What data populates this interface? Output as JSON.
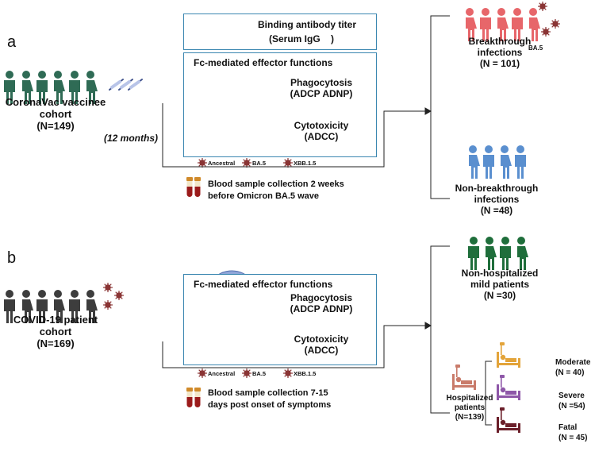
{
  "panel_a": {
    "letter": "a",
    "cohort": {
      "line1": "CoronaVac vaccinee",
      "line2": "cohort",
      "count": "(N=149)"
    },
    "interval": "(12 months)",
    "binding": {
      "title": "Binding antibody titer",
      "subtitle": "(Serum IgG    )"
    },
    "fc": {
      "title": "Fc-mediated effector functions",
      "phago": {
        "line1": "Phagocytosis",
        "line2": "(ADCP ADNP)"
      },
      "cyto": {
        "line1": "Cytotoxicity",
        "line2": "(ADCC)"
      }
    },
    "variants": [
      "Ancestral",
      "BA.5",
      "XBB.1.5"
    ],
    "sample": {
      "line1": "Blood sample collection 2 weeks",
      "line2": "before Omicron BA.5 wave"
    },
    "outcomes": {
      "breakthrough": {
        "line1": "Breakthrough",
        "line2": "infections",
        "count": "(N = 101)",
        "variant_tag": "BA.5"
      },
      "non_breakthrough": {
        "line1": "Non-breakthrough",
        "line2": "infections",
        "count": "(N =48)"
      }
    }
  },
  "panel_b": {
    "letter": "b",
    "cohort": {
      "line1": "COVID-19 patient",
      "line2": "cohort",
      "count": "(N=169)"
    },
    "fc": {
      "title": "Fc-mediated effector functions",
      "phago": {
        "line1": "Phagocytosis",
        "line2": "(ADCP ADNP)"
      },
      "cyto": {
        "line1": "Cytotoxicity",
        "line2": "(ADCC)"
      }
    },
    "variants": [
      "Ancestral",
      "BA.5",
      "XBB.1.5"
    ],
    "sample": {
      "line1": "Blood sample collection 7-15",
      "line2": "days post onset of symptoms"
    },
    "outcomes": {
      "non_hosp": {
        "line1": "Non-hospitalized",
        "line2": "mild patients",
        "count": "(N =30)"
      },
      "hosp": {
        "line1": "Hospitalized",
        "line2": "patients",
        "count": "(N=139)"
      },
      "moderate": {
        "label": "Moderate",
        "count": "(N = 40)"
      },
      "severe": {
        "label": "Severe",
        "count": "(N =54)"
      },
      "fatal": {
        "label": "Fatal",
        "count": "(N = 45)"
      }
    }
  },
  "colors": {
    "vaccinee_green": "#2f6b55",
    "patient_gray": "#3d3d3d",
    "breakthrough_red": "#e7666a",
    "non_breakthrough_blue": "#5a8fcf",
    "nonhosp_green": "#1f6e3b",
    "box_border": "#3a86b0",
    "virus_red": "#8a3535",
    "cell_blue": "#8fa6d8",
    "moderate": "#e3a43a",
    "severe": "#8e57a8",
    "fatal": "#6b1f2a",
    "hosp_bed": "#c97b6a"
  }
}
